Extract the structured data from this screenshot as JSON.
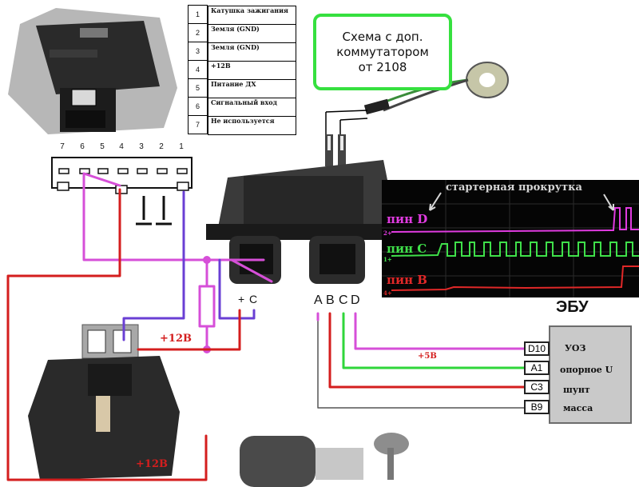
{
  "pin_table": [
    {
      "num": "1",
      "label": "Катушка зажигания"
    },
    {
      "num": "2",
      "label": "Земля (GND)"
    },
    {
      "num": "3",
      "label": "Земля (GND)"
    },
    {
      "num": "4",
      "label": "+12В"
    },
    {
      "num": "5",
      "label": "Питание ДХ"
    },
    {
      "num": "6",
      "label": "Сигнальный вход"
    },
    {
      "num": "7",
      "label": "Не используется"
    }
  ],
  "callout": {
    "line1": "Схема с доп.",
    "line2": "коммутатором",
    "line3": "от 2108"
  },
  "connector_pins": [
    "7",
    "6",
    "5",
    "4",
    "3",
    "2",
    "1"
  ],
  "module_label": {
    "plus": "+",
    "c": "C"
  },
  "module_pins": [
    "A",
    "B",
    "C",
    "D"
  ],
  "scope": {
    "annotation": "стартерная прокрутка",
    "traces": [
      {
        "label": "пин D",
        "color": "#e03be0"
      },
      {
        "label": "пин C",
        "color": "#3fe04a"
      },
      {
        "label": "пин B",
        "color": "#e02828"
      }
    ],
    "channel_markers": [
      "2+",
      "1+",
      "4+"
    ]
  },
  "ecu": {
    "title": "ЭБУ",
    "pins": [
      "D10",
      "A1",
      "C3",
      "B9"
    ],
    "functions": [
      "УОЗ",
      "опорное U",
      "шунт",
      "масса"
    ]
  },
  "wire_labels": {
    "plus12_top": "+12В",
    "plus12_bottom": "+12В",
    "plus5": "+5В"
  },
  "colors": {
    "red": "#d41e1e",
    "magenta": "#d64fd8",
    "green": "#2fd63a",
    "purple": "#6a3fd4"
  }
}
